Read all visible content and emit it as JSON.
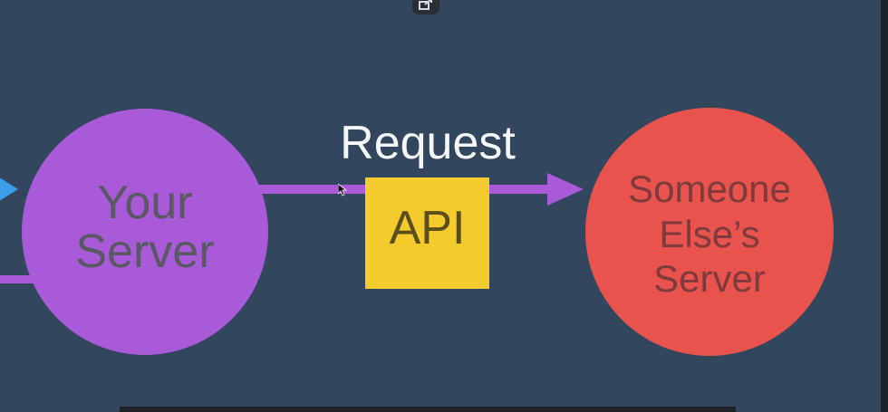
{
  "nodes": {
    "your_server": {
      "line1": "Your",
      "line2": "Server",
      "color": "#a85ad8"
    },
    "api": {
      "label": "API",
      "color": "#f4cb2c"
    },
    "someone_else": {
      "line1": "Someone",
      "line2": "Else’s",
      "line3": "Server",
      "color": "#e8534d"
    }
  },
  "edges": {
    "request_label": "Request",
    "arrow_color": "#a85ad8",
    "incoming_arrow_color": "#3c9ee8"
  },
  "icons": {
    "popout": "popout-icon",
    "cursor": "mouse-pointer-icon"
  }
}
